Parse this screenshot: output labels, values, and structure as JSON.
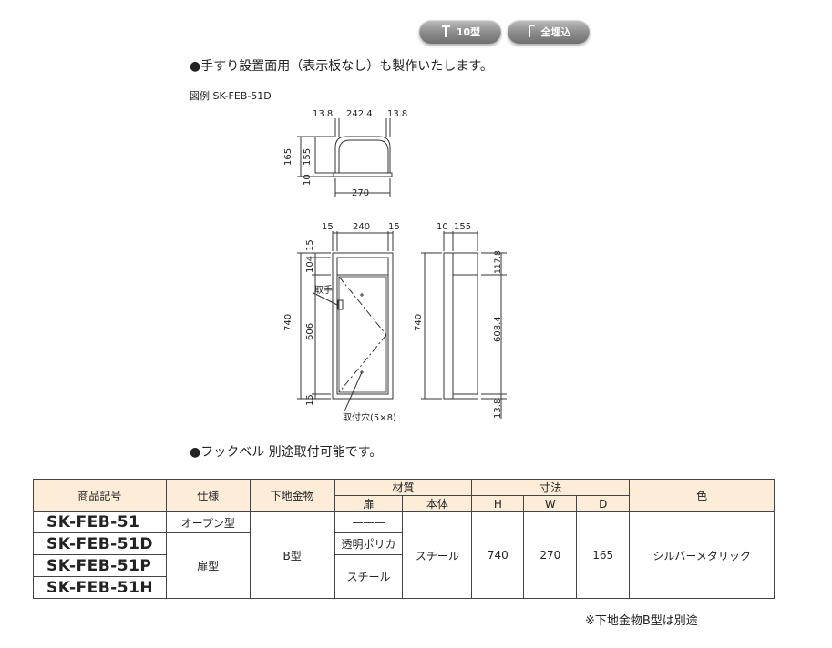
{
  "badges": {
    "size": {
      "label": "10型",
      "icon": "extinguisher-icon"
    },
    "mount": {
      "label": "全埋込",
      "icon": "recessed-mount-icon"
    }
  },
  "notes": {
    "top": "●手すり設置面用（表示板なし）も製作いたします。",
    "figure_label": "図例 SK-FEB-51D",
    "mid": "●フックベル 別途取付可能です。",
    "footer": "※下地金物B型は別途"
  },
  "drawing": {
    "top_view": {
      "w_left": "13.8",
      "w_center": "242.4",
      "w_right": "13.8",
      "h_total": "165",
      "h_inner": "155",
      "h_base": "10",
      "width": "270"
    },
    "front_view": {
      "w_left": "15",
      "w_center": "240",
      "w_right": "15",
      "h_total": "740",
      "h_top": "15",
      "h_upper": "104",
      "h_mid": "606",
      "h_bottom": "15",
      "handle": "取手",
      "hole": "取付穴(5×8)"
    },
    "side_view": {
      "w_a": "10",
      "w_b": "155",
      "h_total": "740",
      "h_top": "117.8",
      "h_mid": "608.4",
      "h_bottom": "13.8"
    }
  },
  "table": {
    "headers": {
      "code": "商品記号",
      "spec": "仕様",
      "base": "下地金物",
      "material": "材質",
      "door": "扉",
      "body": "本体",
      "dims": "寸法",
      "h": "H",
      "w": "W",
      "d": "D",
      "color": "色"
    },
    "codes": [
      "SK-FEB-51",
      "SK-FEB-51D",
      "SK-FEB-51P",
      "SK-FEB-51H"
    ],
    "spec_open": "オープン型",
    "spec_door": "扉型",
    "base_value": "B型",
    "door_none": "———",
    "door_poly": "透明ポリカ",
    "door_steel": "スチール",
    "body_value": "スチール",
    "h_value": "740",
    "w_value": "270",
    "d_value": "165",
    "color_value": "シルバーメタリック"
  }
}
